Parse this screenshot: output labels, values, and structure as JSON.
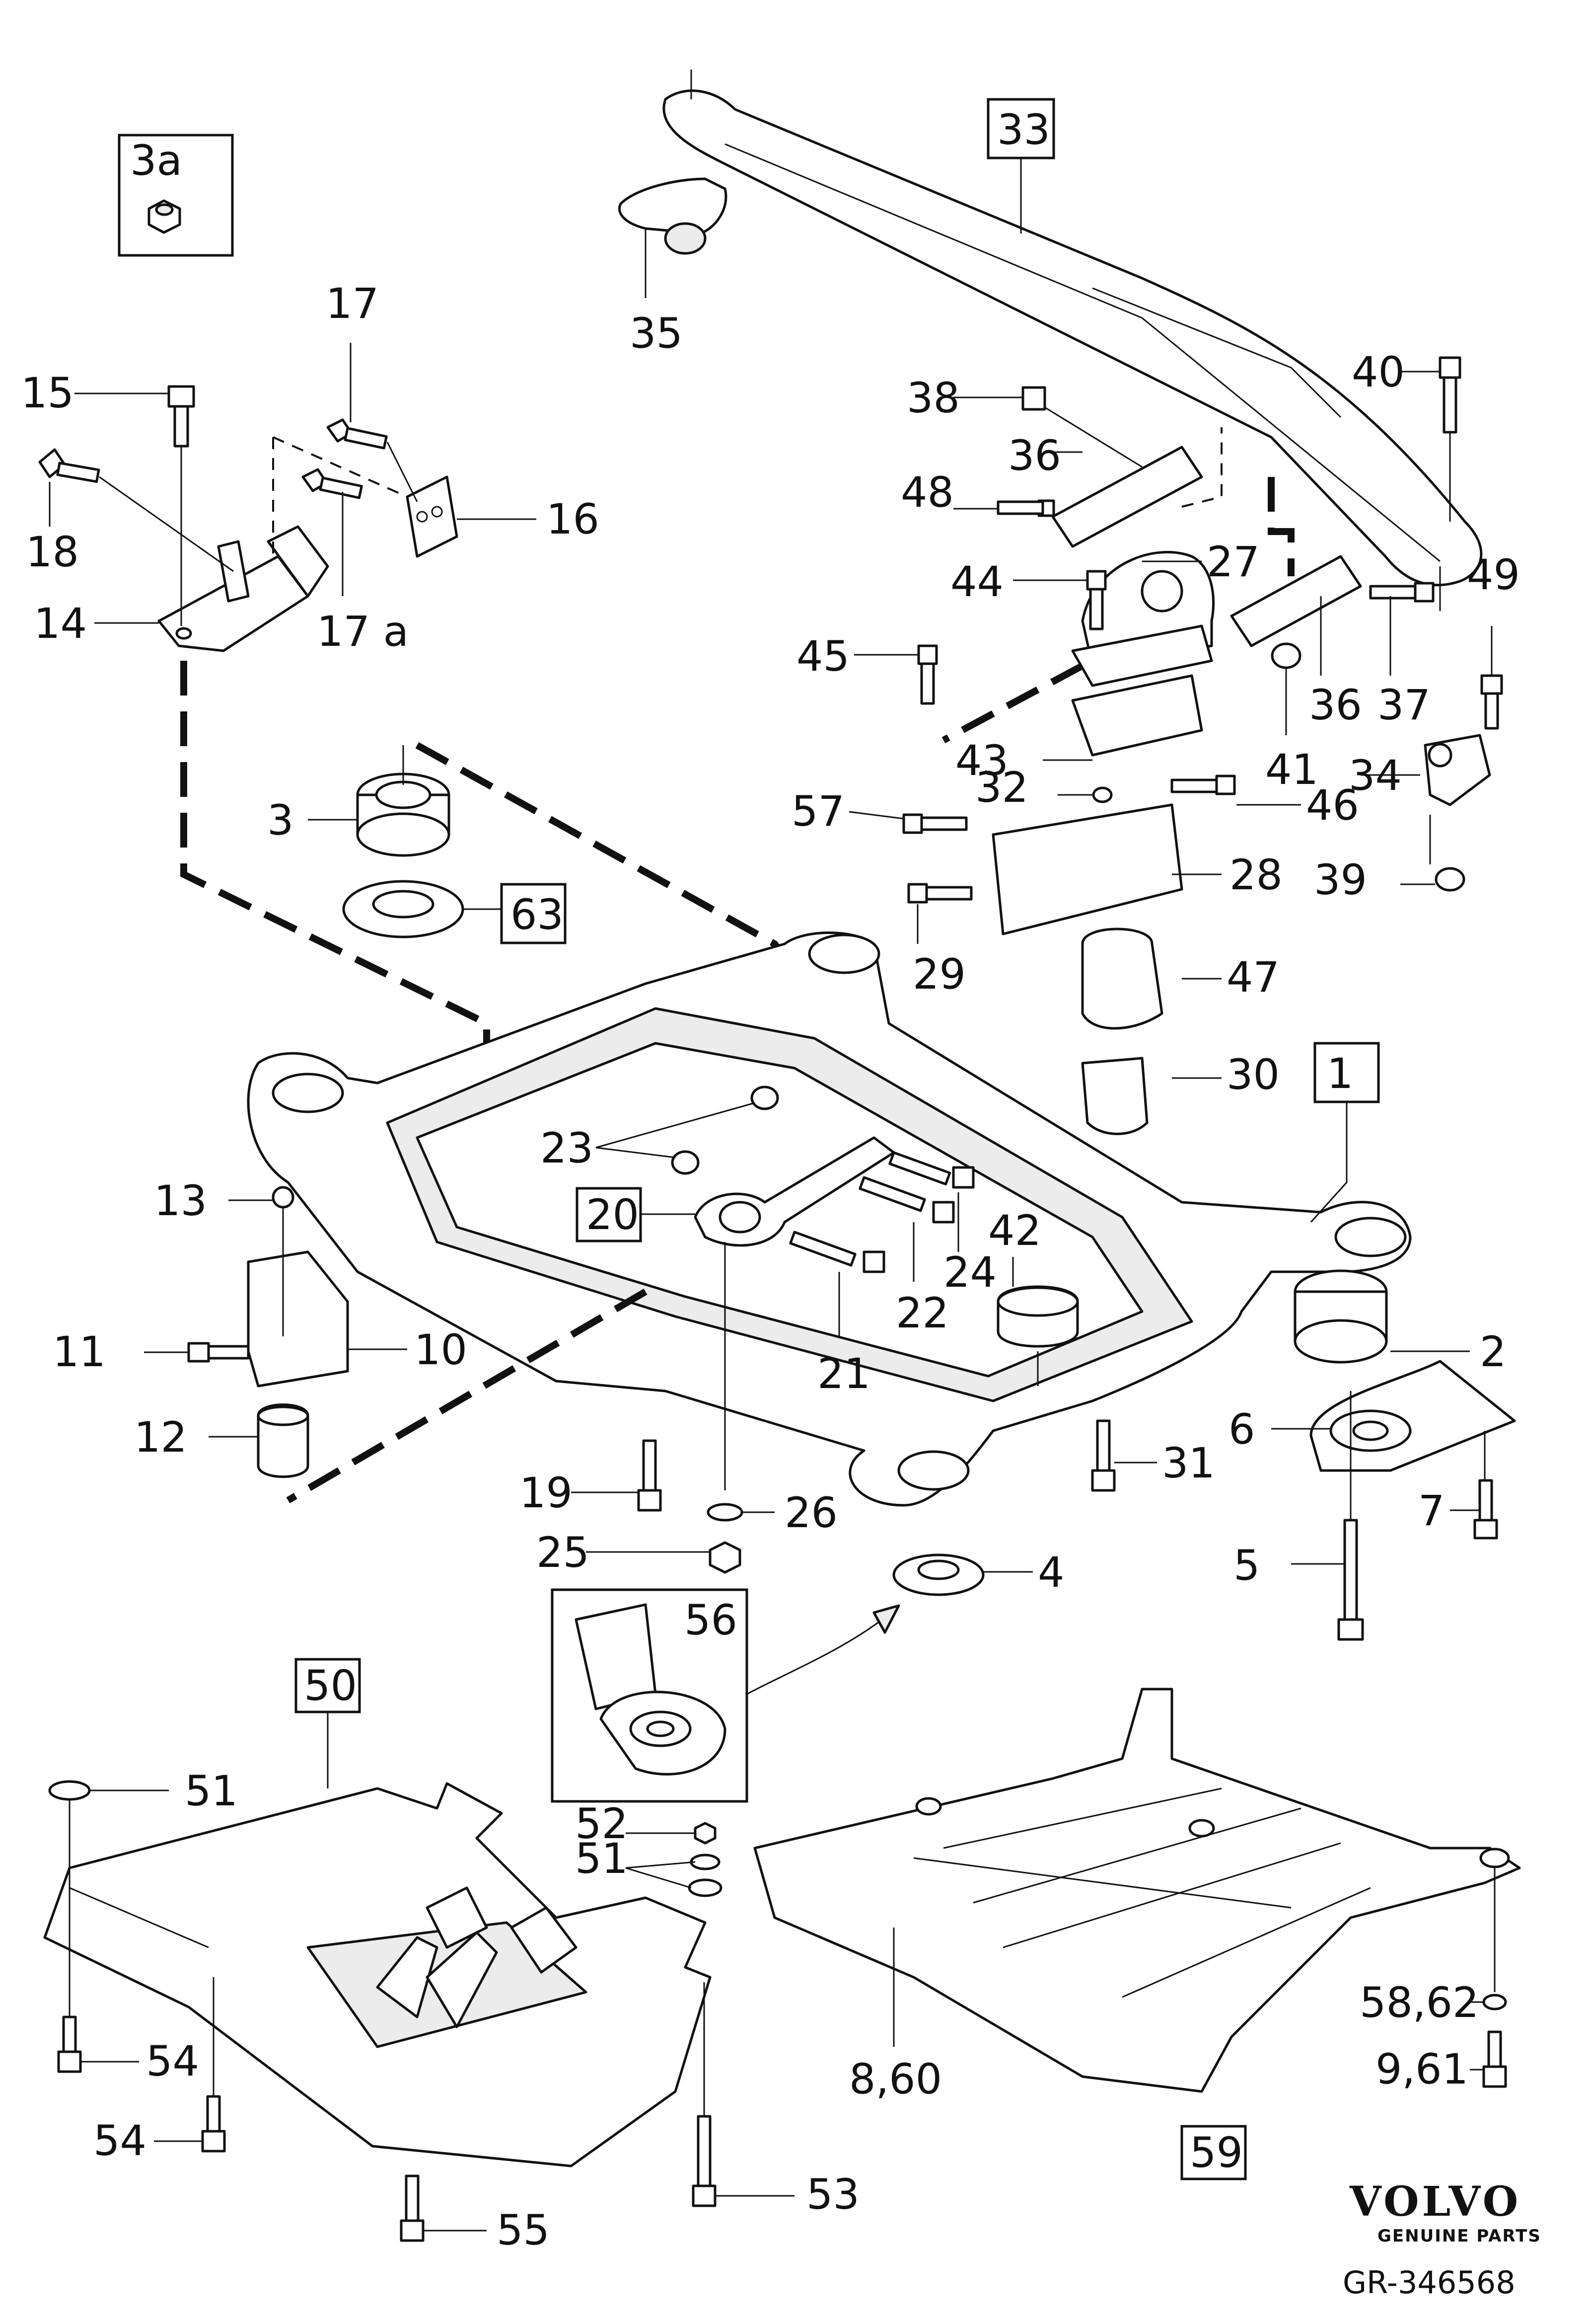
{
  "diagram": {
    "reference": "GR-346568",
    "brand": {
      "name": "VOLVO",
      "subtitle": "GENUINE PARTS"
    },
    "boxed_labels": {
      "b1": "1",
      "b3a": "3a",
      "b20": "20",
      "b33": "33",
      "b50": "50",
      "b59": "59",
      "b63": "63",
      "b56": "56"
    },
    "callouts": {
      "c2": "2",
      "c3": "3",
      "c4": "4",
      "c5": "5",
      "c6": "6",
      "c7": "7",
      "c8_60": "8,60",
      "c9_61": "9,61",
      "c10": "10",
      "c11": "11",
      "c12": "12",
      "c13": "13",
      "c14": "14",
      "c15": "15",
      "c16": "16",
      "c17": "17",
      "c17a": "17 a",
      "c18": "18",
      "c19": "19",
      "c21": "21",
      "c22": "22",
      "c23": "23",
      "c24": "24",
      "c25": "25",
      "c26": "26",
      "c27": "27",
      "c28": "28",
      "c29": "29",
      "c30": "30",
      "c31": "31",
      "c32": "32",
      "c34": "34",
      "c35": "35",
      "c36a": "36",
      "c36b": "36",
      "c37": "37",
      "c38": "38",
      "c39": "39",
      "c40": "40",
      "c41": "41",
      "c42": "42",
      "c43": "43",
      "c44": "44",
      "c45": "45",
      "c46": "46",
      "c47": "47",
      "c48": "48",
      "c49": "49",
      "c51a": "51",
      "c51b": "51",
      "c52": "52",
      "c53": "53",
      "c54a": "54",
      "c54b": "54",
      "c55": "55",
      "c57": "57",
      "c58_62": "58,62"
    }
  }
}
